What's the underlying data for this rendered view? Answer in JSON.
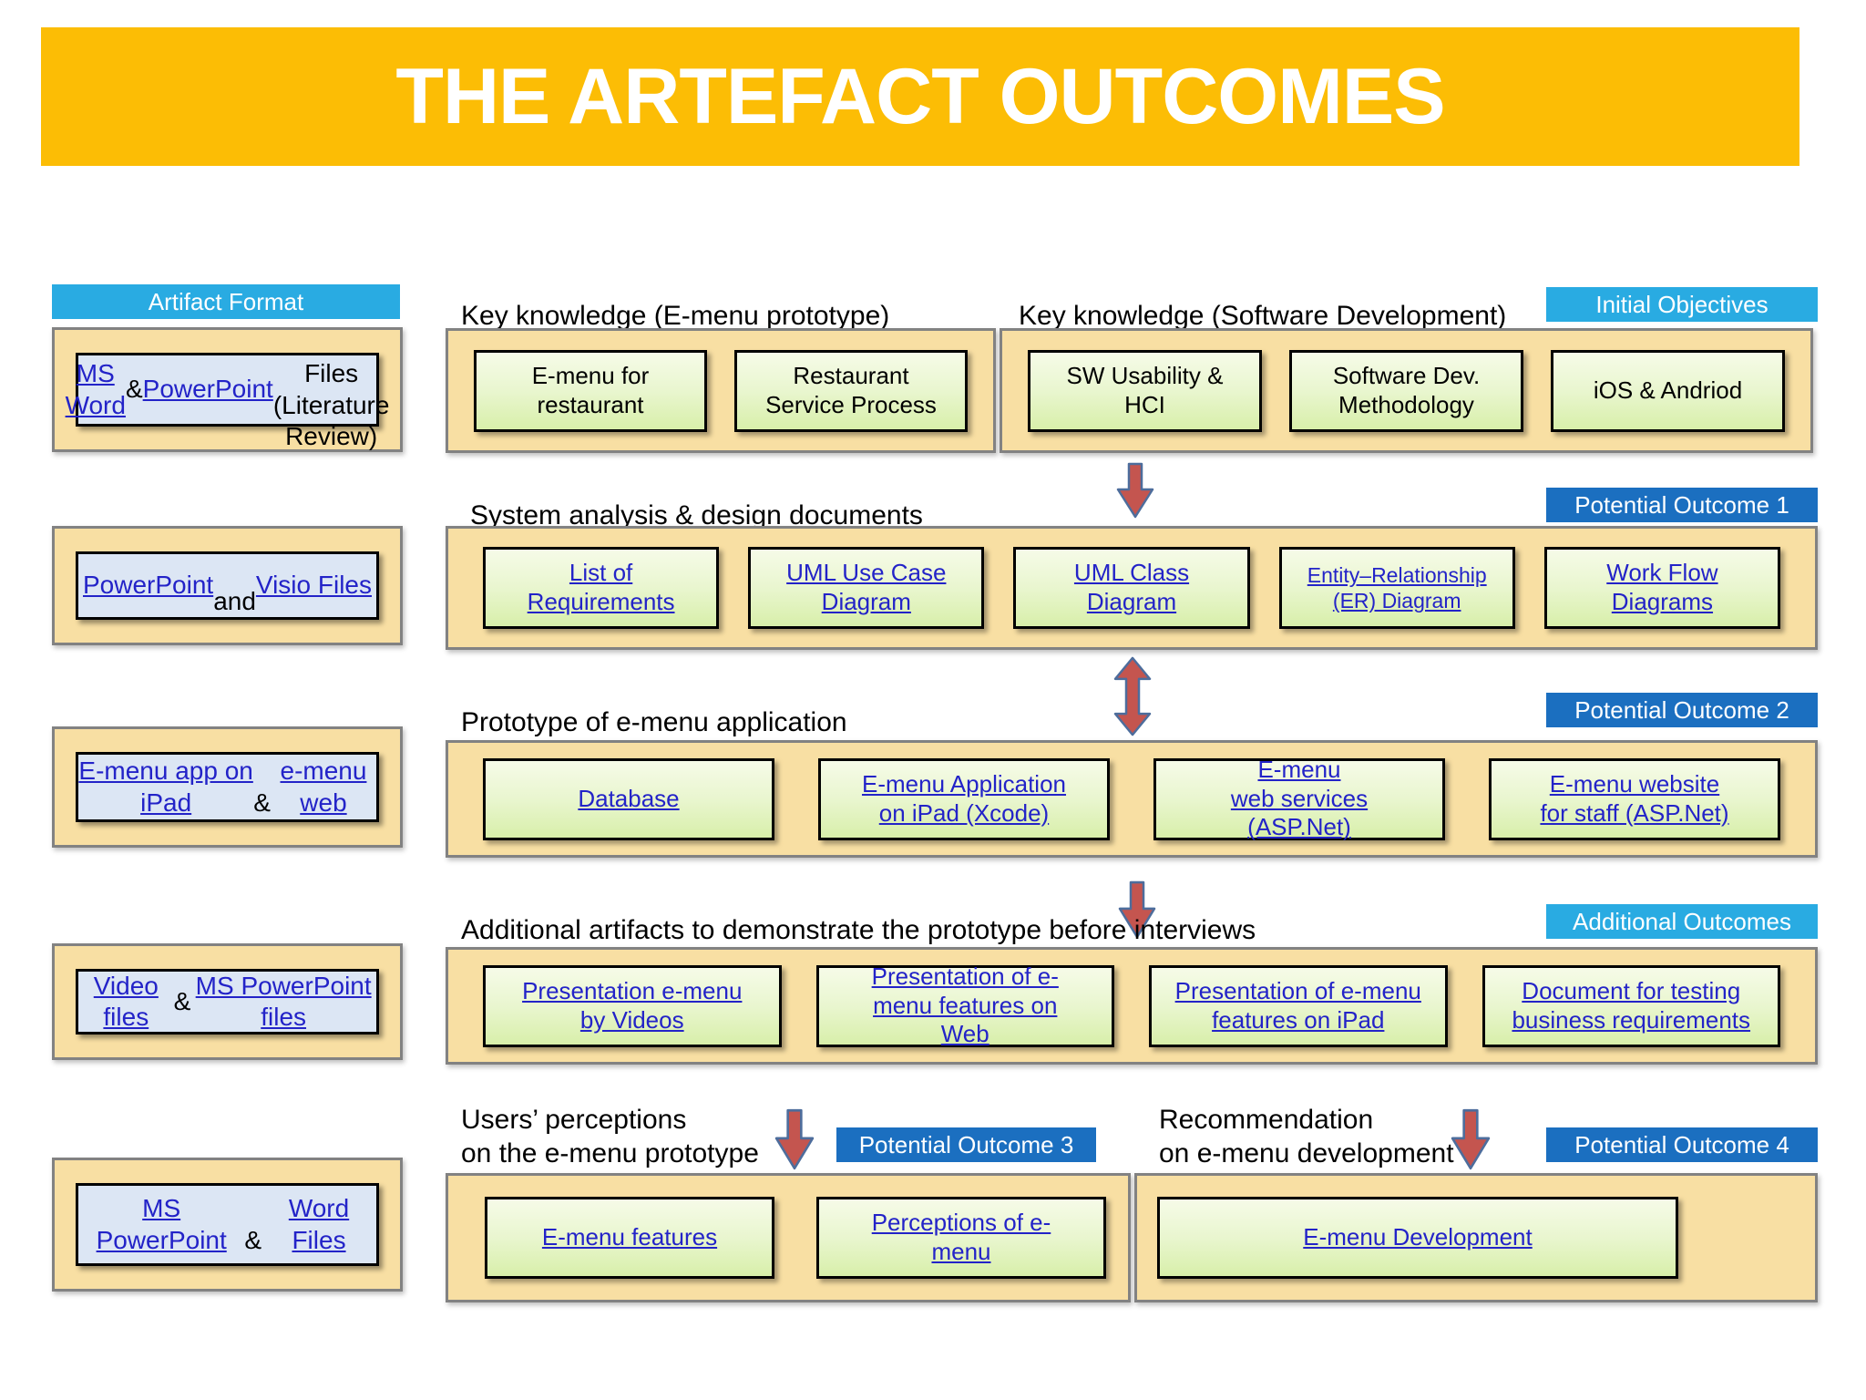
{
  "title": "THE ARTEFACT OUTCOMES",
  "colors": {
    "banner": "#FCBD05",
    "cyan_badge": "#29ABE2",
    "blue_badge": "#1B6FC0",
    "container_fill": "#F8DFA3",
    "green_box_top": "#F6FBE8",
    "green_box_bottom": "#D8EFAA",
    "inner_box_fill": "#DCE6F4",
    "link": "#2323C8",
    "arrow_fill": "#C4554F",
    "arrow_stroke": "#4D6D9C"
  },
  "icons": {
    "down_arrow": "red-down-arrow-icon",
    "double_arrow": "red-double-vertical-arrow-icon"
  },
  "left_column": {
    "header": "Artifact Format",
    "items": [
      {
        "segments": [
          {
            "t": "MS Word",
            "link": true
          },
          {
            "t": " & "
          },
          {
            "t": "PowerPoint",
            "link": true
          },
          {
            "t": "\nFiles (Literature\nReview)"
          }
        ]
      },
      {
        "segments": [
          {
            "t": "PowerPoint",
            "link": true
          },
          {
            "t": "\nand "
          },
          {
            "t": "Visio Files",
            "link": true
          }
        ]
      },
      {
        "segments": [
          {
            "t": "E-menu app on iPad",
            "link": true
          },
          {
            "t": "\n& "
          },
          {
            "t": "e-menu web",
            "link": true
          }
        ]
      },
      {
        "segments": [
          {
            "t": "Video files",
            "link": true
          },
          {
            "t": " &\n"
          },
          {
            "t": "MS PowerPoint files",
            "link": true
          }
        ]
      },
      {
        "segments": [
          {
            "t": "MS PowerPoint",
            "link": true
          },
          {
            "t": "\n& "
          },
          {
            "t": "Word Files",
            "link": true
          }
        ]
      }
    ]
  },
  "row1": {
    "left_header": "Key knowledge (E-menu prototype)",
    "right_header": "Key knowledge (Software Development)",
    "badge": "Initial Objectives",
    "left_boxes": [
      {
        "segments": [
          {
            "t": "E-menu for\nrestaurant"
          }
        ]
      },
      {
        "segments": [
          {
            "t": "Restaurant\nService Process"
          }
        ]
      }
    ],
    "right_boxes": [
      {
        "segments": [
          {
            "t": "SW Usability &\nHCI"
          }
        ]
      },
      {
        "segments": [
          {
            "t": "Software Dev.\nMethodology"
          }
        ]
      },
      {
        "segments": [
          {
            "t": "iOS & Andriod"
          }
        ]
      }
    ]
  },
  "row2": {
    "header": "System analysis & design documents",
    "badge": "Potential Outcome 1",
    "boxes": [
      {
        "segments": [
          {
            "t": "List of\nRequirements",
            "link": true
          }
        ]
      },
      {
        "segments": [
          {
            "t": "UML Use Case\nDiagram",
            "link": true
          }
        ]
      },
      {
        "segments": [
          {
            "t": "UML Class\nDiagram",
            "link": true
          }
        ]
      },
      {
        "segments": [
          {
            "t": "Entity–Relationship\n(ER) Diagram",
            "link": true
          }
        ]
      },
      {
        "segments": [
          {
            "t": "Work Flow\nDiagrams",
            "link": true
          }
        ]
      }
    ]
  },
  "row3": {
    "header": "Prototype of e-menu application",
    "badge": "Potential Outcome 2",
    "boxes": [
      {
        "segments": [
          {
            "t": "Database",
            "link": true
          }
        ]
      },
      {
        "segments": [
          {
            "t": "E-menu Application\non iPad (Xcode)",
            "link": true
          }
        ]
      },
      {
        "segments": [
          {
            "t": "E-menu\nweb services\n(ASP.Net)",
            "link": true
          }
        ]
      },
      {
        "segments": [
          {
            "t": "E-menu website\nfor staff (ASP.Net)",
            "link": true
          }
        ]
      }
    ]
  },
  "row4": {
    "header": "Additional artifacts to demonstrate the prototype before interviews",
    "badge": "Additional Outcomes",
    "boxes": [
      {
        "segments": [
          {
            "t": "Presentation e-menu\nby Videos",
            "link": true
          }
        ]
      },
      {
        "segments": [
          {
            "t": "Presentation of e-\nmenu features on\nWeb",
            "link": true
          }
        ]
      },
      {
        "segments": [
          {
            "t": "Presentation of e-menu\nfeatures on iPad",
            "link": true
          }
        ]
      },
      {
        "segments": [
          {
            "t": "Document for testing\nbusiness requirements",
            "link": true
          }
        ]
      }
    ]
  },
  "row5": {
    "left_header": "Users’ perceptions\non the e-menu prototype",
    "left_badge": "Potential Outcome 3",
    "right_header": "Recommendation\non e-menu development",
    "right_badge": "Potential Outcome 4",
    "left_boxes": [
      {
        "segments": [
          {
            "t": "E-menu features",
            "link": true
          }
        ]
      },
      {
        "segments": [
          {
            "t": "Perceptions of e-\nmenu",
            "link": true
          }
        ]
      }
    ],
    "right_boxes": [
      {
        "segments": [
          {
            "t": "E-menu Development",
            "link": true
          }
        ]
      }
    ]
  }
}
